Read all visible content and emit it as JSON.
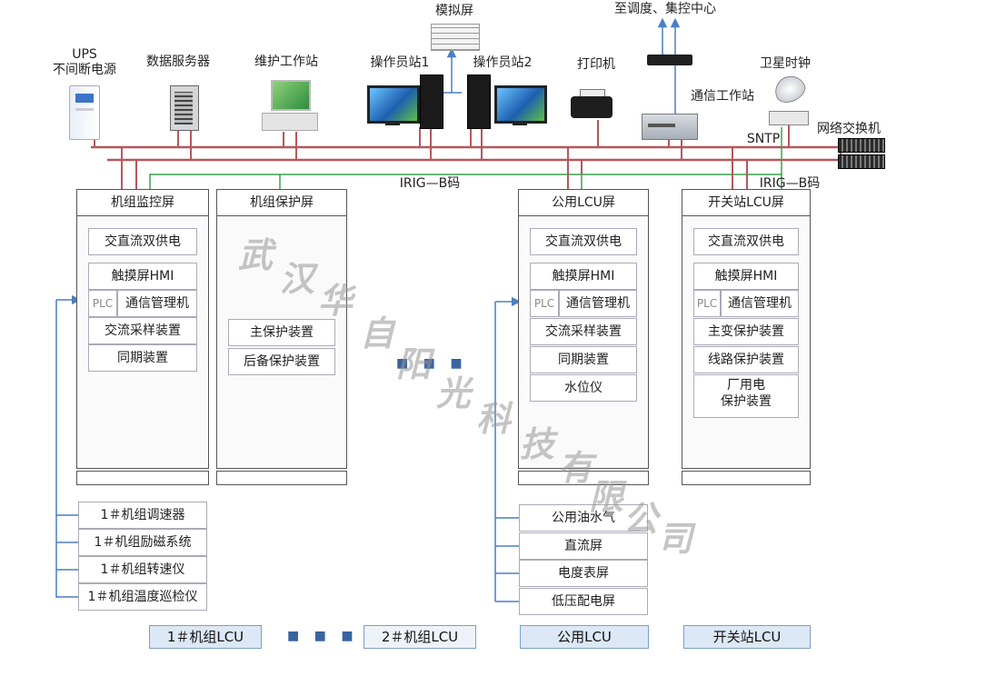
{
  "colors": {
    "bus_red": "#b5575b",
    "bus_green": "#3aa34a",
    "arrow_blue": "#4a7fc0",
    "panel_border": "#555555"
  },
  "top_labels": {
    "ups": "UPS\n不间断电源",
    "data_server": "数据服务器",
    "maint_station": "维护工作站",
    "op_station1": "操作员站1",
    "op_station2": "操作员站2",
    "simulation_screen": "模拟屏",
    "printer": "打印机",
    "dispatch": "至调度、集控中心",
    "comm_station": "通信工作站",
    "sat_clock": "卫星时钟",
    "switch": "网络交换机",
    "sntp": "SNTP",
    "irigb1": "IRIG—B码",
    "irigb2": "IRIG—B码"
  },
  "panels": {
    "unit_monitor": {
      "title": "机组监控屏",
      "items": [
        "交直流双供电",
        "触摸屏HMI",
        "通信管理机",
        "交流采样装置",
        "同期装置"
      ],
      "plc": "PLC"
    },
    "unit_protect": {
      "title": "机组保护屏",
      "items": [
        "主保护装置",
        "后备保护装置"
      ]
    },
    "public_lcu": {
      "title": "公用LCU屏",
      "items": [
        "交直流双供电",
        "触摸屏HMI",
        "通信管理机",
        "交流采样装置",
        "同期装置",
        "水位仪"
      ],
      "plc": "PLC"
    },
    "switch_lcu": {
      "title": "开关站LCU屏",
      "items": [
        "交直流双供电",
        "触摸屏HMI",
        "通信管理机",
        "主变保护装置",
        "线路保护装置",
        "厂用电\n保护装置"
      ],
      "plc": "PLC"
    }
  },
  "left_devices": [
    "1＃机组调速器",
    "1＃机组励磁系统",
    "1＃机组转速仪",
    "1＃机组温度巡检仪"
  ],
  "right_devices": [
    "公用油水气",
    "直流屏",
    "电度表屏",
    "低压配电屏"
  ],
  "bottom_labels": {
    "unit1": "1＃机组LCU",
    "unit2": "2＃机组LCU",
    "public": "公用LCU",
    "switch": "开关站LCU"
  },
  "dots": "■ ■ ■",
  "watermark": [
    "武",
    "汉",
    "华",
    "自",
    "阳",
    "光",
    "科",
    "技",
    "有",
    "限",
    "公",
    "司"
  ]
}
